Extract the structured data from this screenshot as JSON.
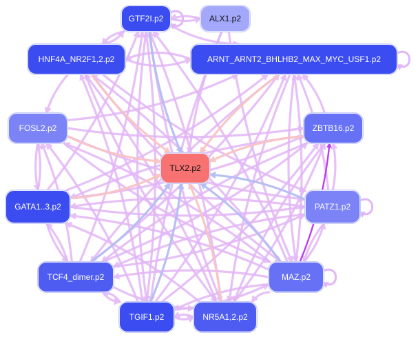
{
  "nodes": [
    {
      "id": "gtf2i",
      "label": "GTF2I.p2",
      "color": "#3b4cf0"
    },
    {
      "id": "alx1",
      "label": "ALX1.p2",
      "color": "#a3a8fb"
    },
    {
      "id": "hnf4a",
      "label": "HNF4A_NR2F1,2.p2",
      "color": "#3b4cf0"
    },
    {
      "id": "arnt",
      "label": "ARNT_ARNT2_BHLHB2_MAX_MYC_USF1.p2",
      "color": "#3b4cf0"
    },
    {
      "id": "fosl2",
      "label": "FOSL2.p2",
      "color": "#7b83f7"
    },
    {
      "id": "zbtb16",
      "label": "ZBTB16.p2",
      "color": "#6671f5"
    },
    {
      "id": "tlx2",
      "label": "TLX2.p2",
      "color": "#f87272"
    },
    {
      "id": "gata1",
      "label": "GATA1..3.p2",
      "color": "#3b4cf0"
    },
    {
      "id": "patz1",
      "label": "PATZ1.p2",
      "color": "#7b83f7"
    },
    {
      "id": "tcf4",
      "label": "TCF4_dimer.p2",
      "color": "#4e5cf2"
    },
    {
      "id": "maz",
      "label": "MAZ.p2",
      "color": "#6671f5"
    },
    {
      "id": "tgif1",
      "label": "TGIF1.p2",
      "color": "#3b4cf0"
    },
    {
      "id": "nr5a1",
      "label": "NR5A1,2.p2",
      "color": "#4e5cf2"
    }
  ],
  "edge_colors": {
    "violet": "#e2b6f6",
    "pink": "#f9c4c4",
    "blue": "#b4bdf2",
    "bold": "#b834ee"
  },
  "edges": [
    {
      "from": "hnf4a",
      "to": "tlx2",
      "color": "pink"
    },
    {
      "from": "gtf2i",
      "to": "tlx2",
      "color": "blue"
    },
    {
      "from": "alx1",
      "to": "tlx2",
      "color": "violet"
    },
    {
      "from": "arnt",
      "to": "tlx2",
      "color": "pink"
    },
    {
      "from": "fosl2",
      "to": "tlx2",
      "color": "pink"
    },
    {
      "from": "zbtb16",
      "to": "tlx2",
      "color": "pink"
    },
    {
      "from": "gata1",
      "to": "tlx2",
      "color": "pink"
    },
    {
      "from": "patz1",
      "to": "tlx2",
      "color": "blue"
    },
    {
      "from": "tcf4",
      "to": "tlx2",
      "color": "blue"
    },
    {
      "from": "maz",
      "to": "tlx2",
      "color": "blue"
    },
    {
      "from": "tgif1",
      "to": "tlx2",
      "color": "blue"
    },
    {
      "from": "nr5a1",
      "to": "tlx2",
      "color": "pink"
    },
    {
      "from": "maz",
      "to": "zbtb16",
      "color": "bold"
    },
    {
      "from": "gtf2i",
      "to": "alx1",
      "color": "violet"
    },
    {
      "from": "alx1",
      "to": "gtf2i",
      "color": "violet"
    },
    {
      "from": "gtf2i",
      "to": "arnt",
      "color": "violet"
    },
    {
      "from": "hnf4a",
      "to": "arnt",
      "color": "violet"
    },
    {
      "from": "arnt",
      "to": "hnf4a",
      "color": "violet"
    },
    {
      "from": "tgif1",
      "to": "gtf2i",
      "color": "violet"
    },
    {
      "from": "nr5a1",
      "to": "gtf2i",
      "color": "violet"
    },
    {
      "from": "tcf4",
      "to": "gtf2i",
      "color": "violet"
    },
    {
      "from": "maz",
      "to": "gtf2i",
      "color": "violet"
    },
    {
      "from": "gata1",
      "to": "gtf2i",
      "color": "violet"
    },
    {
      "from": "tgif1",
      "to": "hnf4a",
      "color": "violet"
    },
    {
      "from": "maz",
      "to": "hnf4a",
      "color": "violet"
    },
    {
      "from": "nr5a1",
      "to": "hnf4a",
      "color": "violet"
    },
    {
      "from": "tcf4",
      "to": "arnt",
      "color": "violet"
    },
    {
      "from": "tgif1",
      "to": "arnt",
      "color": "violet"
    },
    {
      "from": "maz",
      "to": "arnt",
      "color": "violet"
    },
    {
      "from": "patz1",
      "to": "arnt",
      "color": "violet"
    },
    {
      "from": "gata1",
      "to": "arnt",
      "color": "violet"
    },
    {
      "from": "fosl2",
      "to": "arnt",
      "color": "violet"
    },
    {
      "from": "gata1",
      "to": "fosl2",
      "color": "violet"
    },
    {
      "from": "tcf4",
      "to": "fosl2",
      "color": "violet"
    },
    {
      "from": "maz",
      "to": "fosl2",
      "color": "violet"
    },
    {
      "from": "tgif1",
      "to": "fosl2",
      "color": "violet"
    },
    {
      "from": "fosl2",
      "to": "zbtb16",
      "color": "violet"
    },
    {
      "from": "gata1",
      "to": "zbtb16",
      "color": "violet"
    },
    {
      "from": "tcf4",
      "to": "zbtb16",
      "color": "violet"
    },
    {
      "from": "tgif1",
      "to": "zbtb16",
      "color": "violet"
    },
    {
      "from": "patz1",
      "to": "zbtb16",
      "color": "violet"
    },
    {
      "from": "zbtb16",
      "to": "gata1",
      "color": "violet"
    },
    {
      "from": "patz1",
      "to": "gata1",
      "color": "violet"
    },
    {
      "from": "maz",
      "to": "gata1",
      "color": "violet"
    },
    {
      "from": "nr5a1",
      "to": "gata1",
      "color": "violet"
    },
    {
      "from": "tcf4",
      "to": "gata1",
      "color": "violet"
    },
    {
      "from": "gata1",
      "to": "patz1",
      "color": "violet"
    },
    {
      "from": "tcf4",
      "to": "patz1",
      "color": "violet"
    },
    {
      "from": "maz",
      "to": "patz1",
      "color": "violet"
    },
    {
      "from": "hnf4a",
      "to": "patz1",
      "color": "violet"
    },
    {
      "from": "fosl2",
      "to": "maz",
      "color": "violet"
    },
    {
      "from": "zbtb16",
      "to": "tcf4",
      "color": "violet"
    },
    {
      "from": "maz",
      "to": "tcf4",
      "color": "violet"
    },
    {
      "from": "patz1",
      "to": "tcf4",
      "color": "violet"
    },
    {
      "from": "gtf2i",
      "to": "tgif1",
      "color": "violet"
    },
    {
      "from": "nr5a1",
      "to": "tgif1",
      "color": "violet"
    },
    {
      "from": "maz",
      "to": "tgif1",
      "color": "violet"
    },
    {
      "from": "tcf4",
      "to": "nr5a1",
      "color": "violet"
    },
    {
      "from": "maz",
      "to": "nr5a1",
      "color": "violet"
    },
    {
      "from": "hnf4a",
      "to": "nr5a1",
      "color": "violet"
    },
    {
      "from": "arnt",
      "to": "nr5a1",
      "color": "violet"
    },
    {
      "from": "zbtb16",
      "to": "nr5a1",
      "color": "violet"
    },
    {
      "from": "arnt",
      "to": "maz",
      "color": "violet"
    },
    {
      "from": "alx1",
      "to": "maz",
      "color": "violet"
    },
    {
      "from": "hnf4a",
      "to": "maz",
      "color": "violet"
    },
    {
      "from": "alx1",
      "to": "tgif1",
      "color": "violet"
    },
    {
      "from": "arnt",
      "to": "tcf4",
      "color": "violet"
    },
    {
      "from": "fosl2",
      "to": "patz1",
      "color": "violet"
    },
    {
      "from": "tgif1",
      "to": "maz",
      "color": "violet"
    },
    {
      "from": "hnf4a",
      "to": "gtf2i",
      "color": "violet"
    },
    {
      "from": "tcf4",
      "to": "tgif1",
      "color": "violet"
    },
    {
      "from": "zbtb16",
      "to": "arnt",
      "color": "violet"
    },
    {
      "from": "nr5a1",
      "to": "zbtb16",
      "color": "violet"
    },
    {
      "from": "gata1",
      "to": "tcf4",
      "color": "violet"
    },
    {
      "from": "fosl2",
      "to": "gata1",
      "color": "violet"
    },
    {
      "from": "patz1",
      "to": "maz",
      "color": "violet"
    },
    {
      "from": "hnf4a",
      "to": "fosl2",
      "color": "violet"
    },
    {
      "from": "gtf2i",
      "to": "hnf4a",
      "color": "violet"
    },
    {
      "from": "tgif1",
      "to": "nr5a1",
      "color": "violet"
    },
    {
      "from": "tgif1",
      "to": "tcf4",
      "color": "violet"
    },
    {
      "from": "gtf2i",
      "to": "nr5a1",
      "color": "violet"
    }
  ],
  "self_loops": [
    {
      "node": "gtf2i",
      "color": "violet"
    },
    {
      "node": "arnt",
      "color": "violet"
    },
    {
      "node": "patz1",
      "color": "violet"
    },
    {
      "node": "maz",
      "color": "violet"
    }
  ]
}
